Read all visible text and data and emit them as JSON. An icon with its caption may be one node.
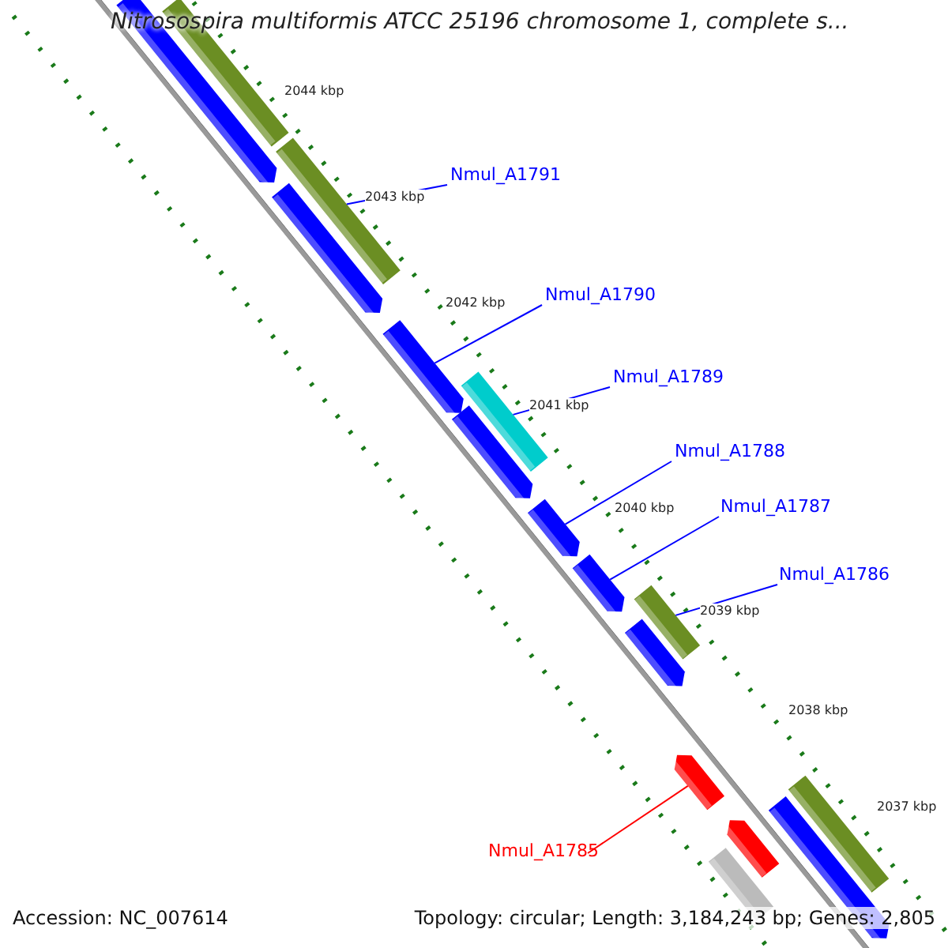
{
  "diagram": {
    "title": "Nitrosospira multiformis ATCC 25196 chromosome 1, complete s...",
    "nodes": [
      {
        "text": [
          "Nmul_A1791"
        ]
      },
      {
        "text": [
          "Nmul_A1790"
        ]
      },
      {
        "text": [
          "Nmul_A1789"
        ]
      },
      {
        "text": [
          "Nmul_A1788"
        ]
      },
      {
        "text": [
          "Nmul_A1787"
        ]
      },
      {
        "text": [
          "Nmul_A1786"
        ]
      },
      {
        "text": [
          "Nmul_A1785"
        ]
      },
      {
        "text": [],
        "shape": "bar"
      },
      {
        "text": [],
        "shape": "pentagon"
      },
      {
        "text": [],
        "shape": "bar"
      },
      {
        "text": [],
        "shape": "pentagon"
      },
      {
        "text": [],
        "shape": "pentagon"
      },
      {
        "text": [],
        "shape": "bar"
      },
      {
        "text": [],
        "shape": "pentagon"
      },
      {
        "text": [],
        "shape": "pentagon"
      },
      {
        "text": [],
        "shape": "pentagon"
      },
      {
        "text": [],
        "shape": "bar"
      },
      {
        "text": [],
        "shape": "pentagon"
      },
      {
        "text": [],
        "shape": "pentagon"
      },
      {
        "text": [],
        "shape": "pentagon"
      },
      {
        "text": [],
        "shape": "bar"
      },
      {
        "text": [],
        "shape": "bar"
      },
      {
        "text": [],
        "shape": "pentagon"
      }
    ],
    "edges": [
      {
        "from": 0,
        "to": 9,
        "arrow": "none"
      },
      {
        "from": 1,
        "to": 11,
        "arrow": "none"
      },
      {
        "from": 2,
        "to": 12,
        "arrow": "none"
      },
      {
        "from": 3,
        "to": 14,
        "arrow": "none"
      },
      {
        "from": 4,
        "to": 15,
        "arrow": "none"
      },
      {
        "from": 5,
        "to": 16,
        "arrow": "none"
      },
      {
        "from": 6,
        "to": 18,
        "arrow": "none",
        "color": "#ff0000"
      }
    ],
    "labels": [
      "2044 kbp",
      "2043 kbp",
      "2042 kbp",
      "2041 kbp",
      "2040 kbp",
      "2039 kbp",
      "2038 kbp",
      "2037 kbp",
      "Accession: NC_007614",
      "Topology: circular; Length: 3,184,243 bp; Genes: 2,805"
    ]
  }
}
